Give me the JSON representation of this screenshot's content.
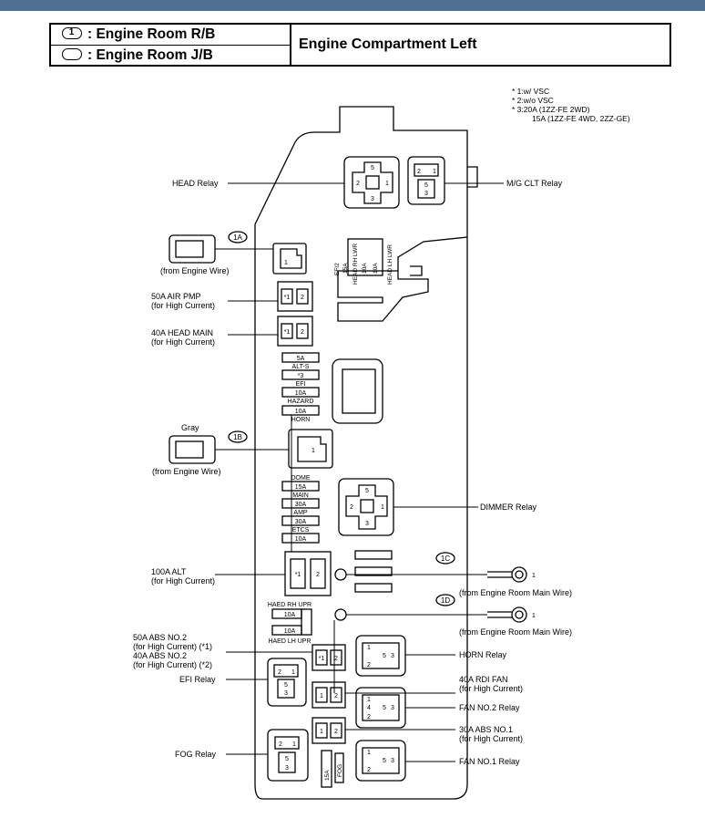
{
  "header": {
    "row1": {
      "symbol": "1",
      "text": ": Engine Room R/B"
    },
    "row2": {
      "symbol": "",
      "text": ": Engine Room J/B"
    },
    "title": "Engine Compartment Left"
  },
  "notes": [
    "* 1:w/ VSC",
    "* 2:w/o VSC",
    "* 3:20A (1ZZ-FE 2WD)",
    "15A (1ZZ-FE 4WD, 2ZZ-GE)"
  ],
  "callouts": {
    "c1A": "1A",
    "c1B": "1B",
    "c1C": "1C",
    "c1D": "1D"
  },
  "labels": {
    "head_relay": "HEAD Relay",
    "mg_clt_relay": "M/G CLT Relay",
    "from_engine_wire_a": "(from Engine Wire)",
    "air_pmp": "50A AIR PMP",
    "air_pmp_sub": "(for High Current)",
    "head_main": "40A HEAD MAIN",
    "head_main_sub": "(for High Current)",
    "gray": "Gray",
    "from_engine_wire_b": "(from Engine Wire)",
    "dimmer_relay": "DIMMER Relay",
    "alt100": "100A ALT",
    "alt100_sub": "(for High Current)",
    "from_main_wire_c": "(from Engine Room Main Wire)",
    "from_main_wire_d": "(from Engine Room Main Wire)",
    "abs2_a": "50A ABS NO.2",
    "abs2_a_sub": "(for High Current)  (*1)",
    "abs2_b": "40A ABS NO.2",
    "abs2_b_sub": "(for High Current)  (*2)",
    "horn_relay": "HORN Relay",
    "efi_relay": "EFI Relay",
    "rdi_fan": "40A RDI FAN",
    "rdi_fan_sub": "(for High Current)",
    "fan2_relay": "FAN NO.2 Relay",
    "abs1": "30A ABS NO.1",
    "abs1_sub": "(for High Current)",
    "fog_relay": "FOG Relay",
    "fan1_relay": "FAN NO.1 Relay"
  },
  "fuses": {
    "alt_s": {
      "name": "ALT-S",
      "rating": "5A"
    },
    "efi": {
      "name": "EFI",
      "rating": "*3"
    },
    "hazard": {
      "name": "HAZARD",
      "rating": "10A"
    },
    "horn": {
      "name": "HORN",
      "rating": "10A"
    },
    "dome": {
      "name": "DOME",
      "rating": "15A"
    },
    "main": {
      "name": "MAIN",
      "rating": "30A"
    },
    "amp": {
      "name": "AMP",
      "rating": "30A"
    },
    "etcs": {
      "name": "ETCS",
      "rating": "10A"
    },
    "head_rh_upr": {
      "name": "HAED RH UPR",
      "rating": "10A"
    },
    "head_lh_upr": {
      "name": "HAED LH UPR",
      "rating": "10A"
    },
    "efi2": {
      "name": "EFI2",
      "rating": "15A"
    },
    "head_rh_lwr": {
      "name": "HEAD RH LWR",
      "rating": "10A"
    },
    "head_lh_lwr": {
      "name": "HEAD LH LWR",
      "rating": "10A"
    },
    "fog": {
      "name": "FOG",
      "rating": "15A"
    }
  },
  "pins": {
    "p1": "1",
    "p2": "2",
    "p3": "3",
    "p4": "4",
    "p5": "5",
    "p1star": "*1"
  },
  "colors": {
    "topbar": "#4f6f95",
    "ink": "#000000"
  }
}
